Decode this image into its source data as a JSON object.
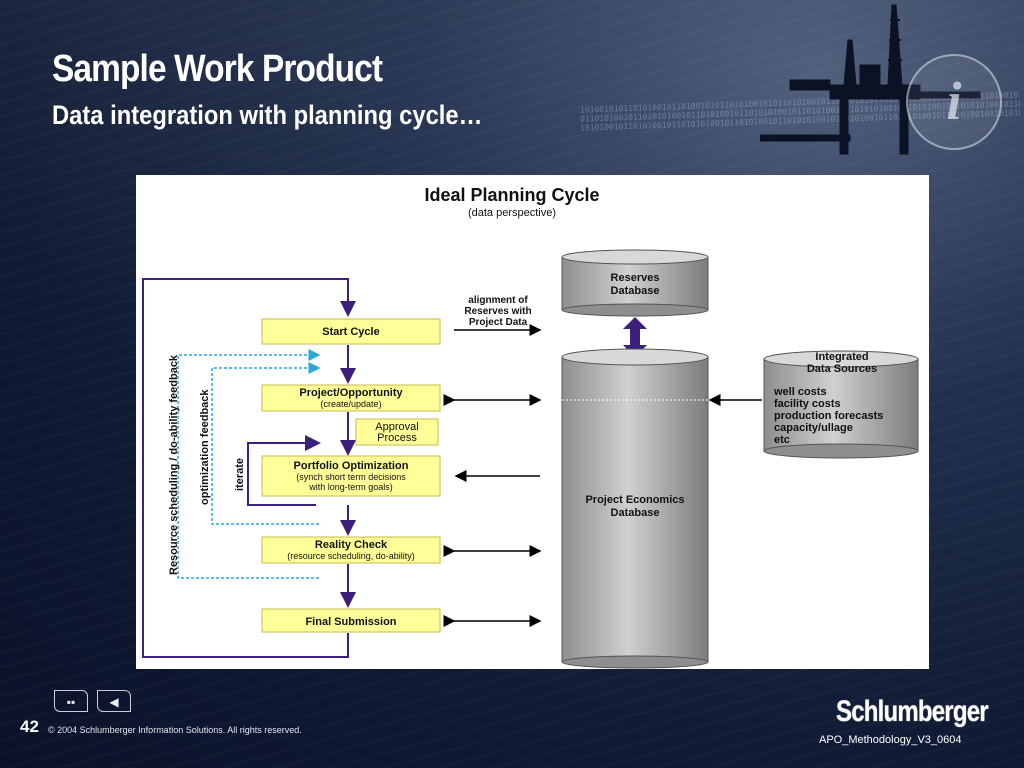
{
  "slide": {
    "title": "Sample Work Product",
    "subtitle": "Data integration with planning cycle…",
    "page_number": "42",
    "copyright": "© 2004 Schlumberger Information Solutions. All rights reserved.",
    "logo_text": "Schlumberger",
    "doc_id": "APO_Methodology_V3_0604",
    "info_icon": "i"
  },
  "nav": {
    "home_icon": "home-grid-icon",
    "back_icon": "back-arrow-icon",
    "home_glyph": "▪▪",
    "back_glyph": "◀"
  },
  "diagram": {
    "title": "Ideal Planning Cycle",
    "subtitle": "(data perspective)",
    "steps": [
      {
        "line1": "Start Cycle",
        "line2": "",
        "line3": ""
      },
      {
        "line1": "Project/Opportunity",
        "line2": "(create/update)",
        "line3": ""
      },
      {
        "line1": "Portfolio Optimization",
        "line2": "(synch short term decisions",
        "line3": "with long-term goals)"
      },
      {
        "line1": "Reality Check",
        "line2": "(resource scheduling, do-ability)",
        "line3": ""
      },
      {
        "line1": "Final Submission",
        "line2": "",
        "line3": ""
      }
    ],
    "approval_box": {
      "line1": "Approval",
      "line2": "Process"
    },
    "alignment_note": {
      "line1": "alignment of",
      "line2": "Reserves with",
      "line3": "Project Data"
    },
    "reserves_db": {
      "line1": "Reserves",
      "line2": "Database"
    },
    "project_db": {
      "line1": "Project Economics",
      "line2": "Database"
    },
    "integrated_sources": {
      "title1": "Integrated",
      "title2": "Data Sources",
      "items": [
        "well costs",
        "facility costs",
        "production forecasts",
        "capacity/ullage",
        "etc"
      ]
    },
    "loop_labels": {
      "resource": "Resource scheduling / do-ability feedback",
      "optimization": "optimization feedback",
      "iterate": "iterate"
    },
    "colors": {
      "step_fill": "#ffff99",
      "step_border": "#c9b94a",
      "loop_purple": "#3b1f7a",
      "feedback_blue": "#2aa6d8",
      "db_gray": "#b0b0b0"
    }
  }
}
